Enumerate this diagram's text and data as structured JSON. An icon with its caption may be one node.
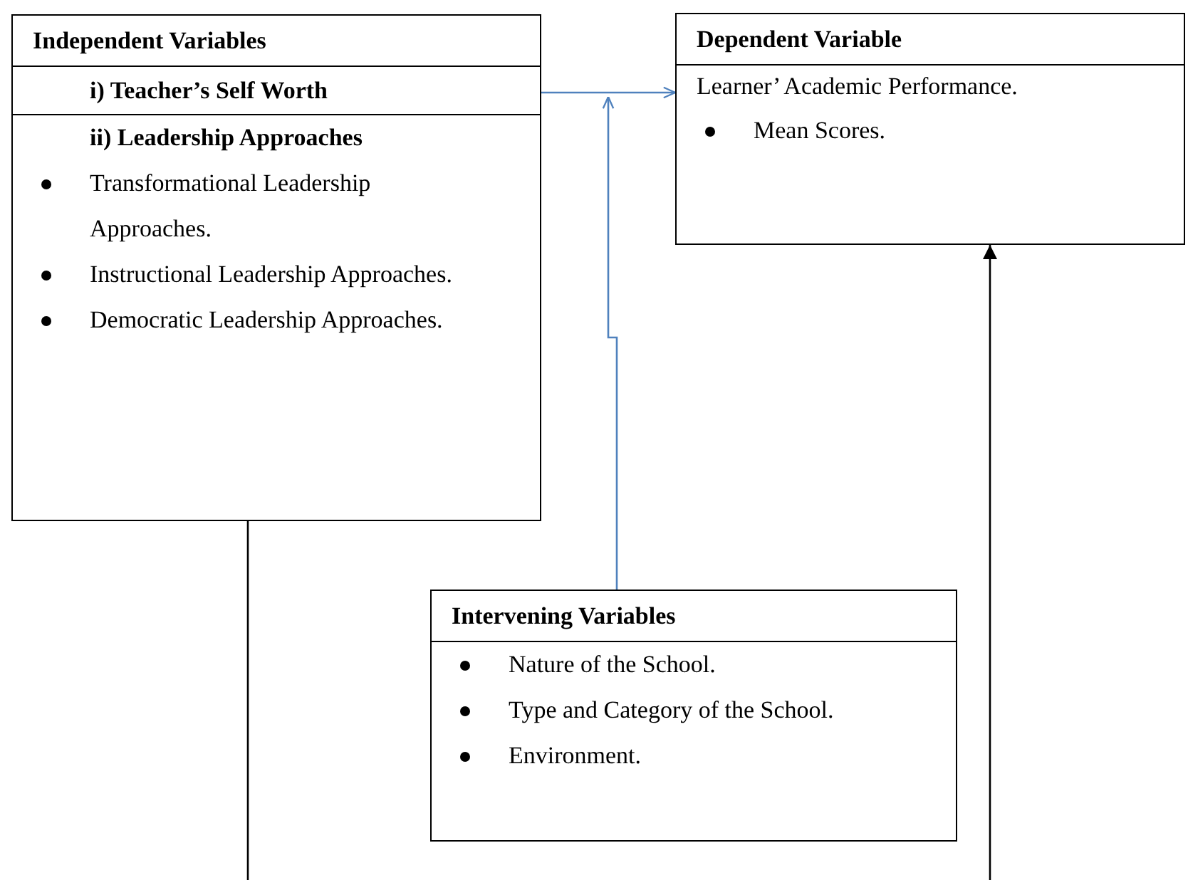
{
  "diagram": {
    "nodes": [
      {
        "text": [
          "Independent Variables",
          "i) Teacher’s Self Worth",
          "ii) Leadership Approaches",
          "Transformational Leadership Approaches.",
          "Instructional Leadership Approaches.",
          "Democratic Leadership Approaches."
        ]
      },
      {
        "text": [
          "Dependent Variable",
          "Learner’ Academic Performance.",
          "Mean Scores."
        ]
      },
      {
        "text": [
          "Intervening Variables",
          "Nature of the School.",
          "Type and Category of the School.",
          "Environment."
        ]
      }
    ],
    "edges": [
      {
        "from": 0,
        "to": 1,
        "arrow": "to",
        "color": "#4f81bd"
      },
      {
        "from": 2,
        "to": 1,
        "arrow": "to",
        "color": "#4f81bd"
      },
      {
        "from": 0,
        "to": null,
        "arrow": "none",
        "color": "#000000"
      },
      {
        "from": null,
        "to": 1,
        "arrow": "to",
        "color": "#000000"
      }
    ]
  }
}
